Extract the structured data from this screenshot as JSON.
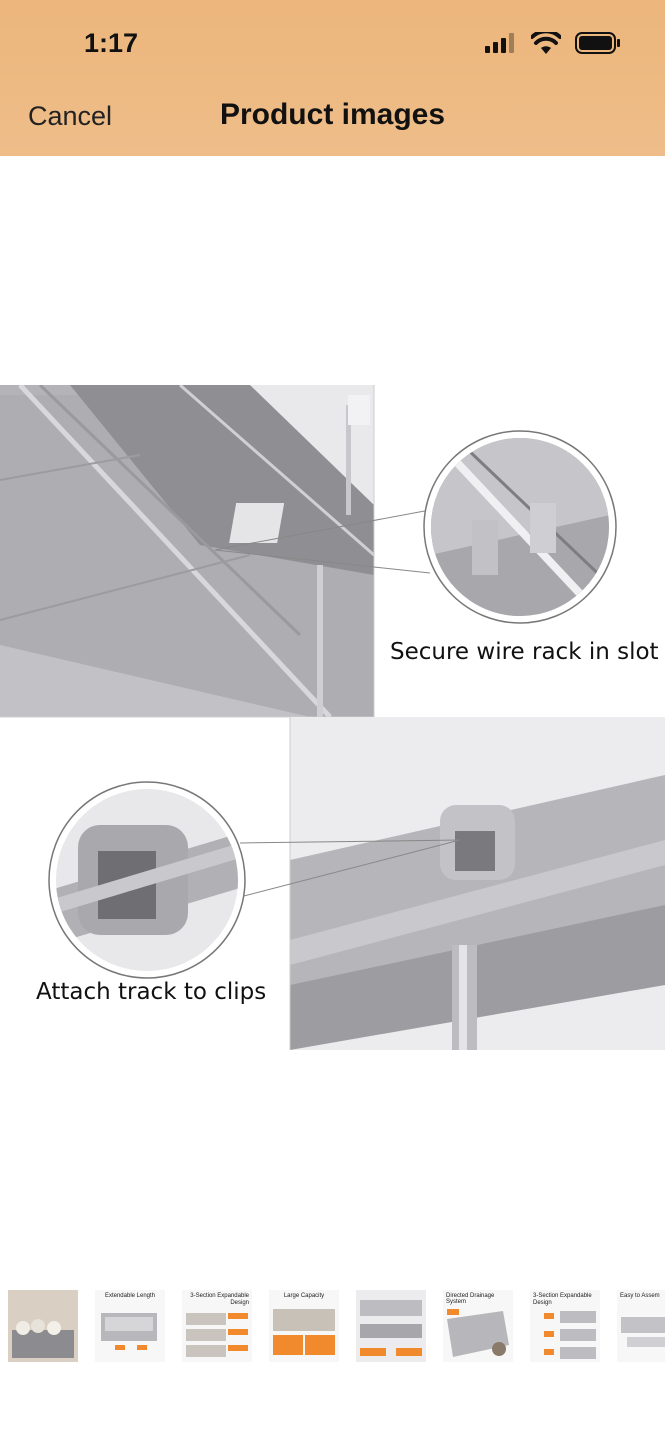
{
  "status_bar": {
    "time": "1:17"
  },
  "header": {
    "cancel_label": "Cancel",
    "title": "Product images"
  },
  "main_image": {
    "caption_top": "Secure wire rack in slot",
    "caption_bottom": "Attach track to clips"
  },
  "thumbnails": [
    {
      "title": ""
    },
    {
      "title": "Extendable Length"
    },
    {
      "title": "3-Section Expandable Design"
    },
    {
      "title": "Large Capacity"
    },
    {
      "title": ""
    },
    {
      "title": "Directed Drainage System"
    },
    {
      "title": "3-Section Expandable Design"
    },
    {
      "title": "Easy to Assem"
    }
  ],
  "colors": {
    "header_bg": "#eebb85",
    "accent": "#f08a2c"
  }
}
